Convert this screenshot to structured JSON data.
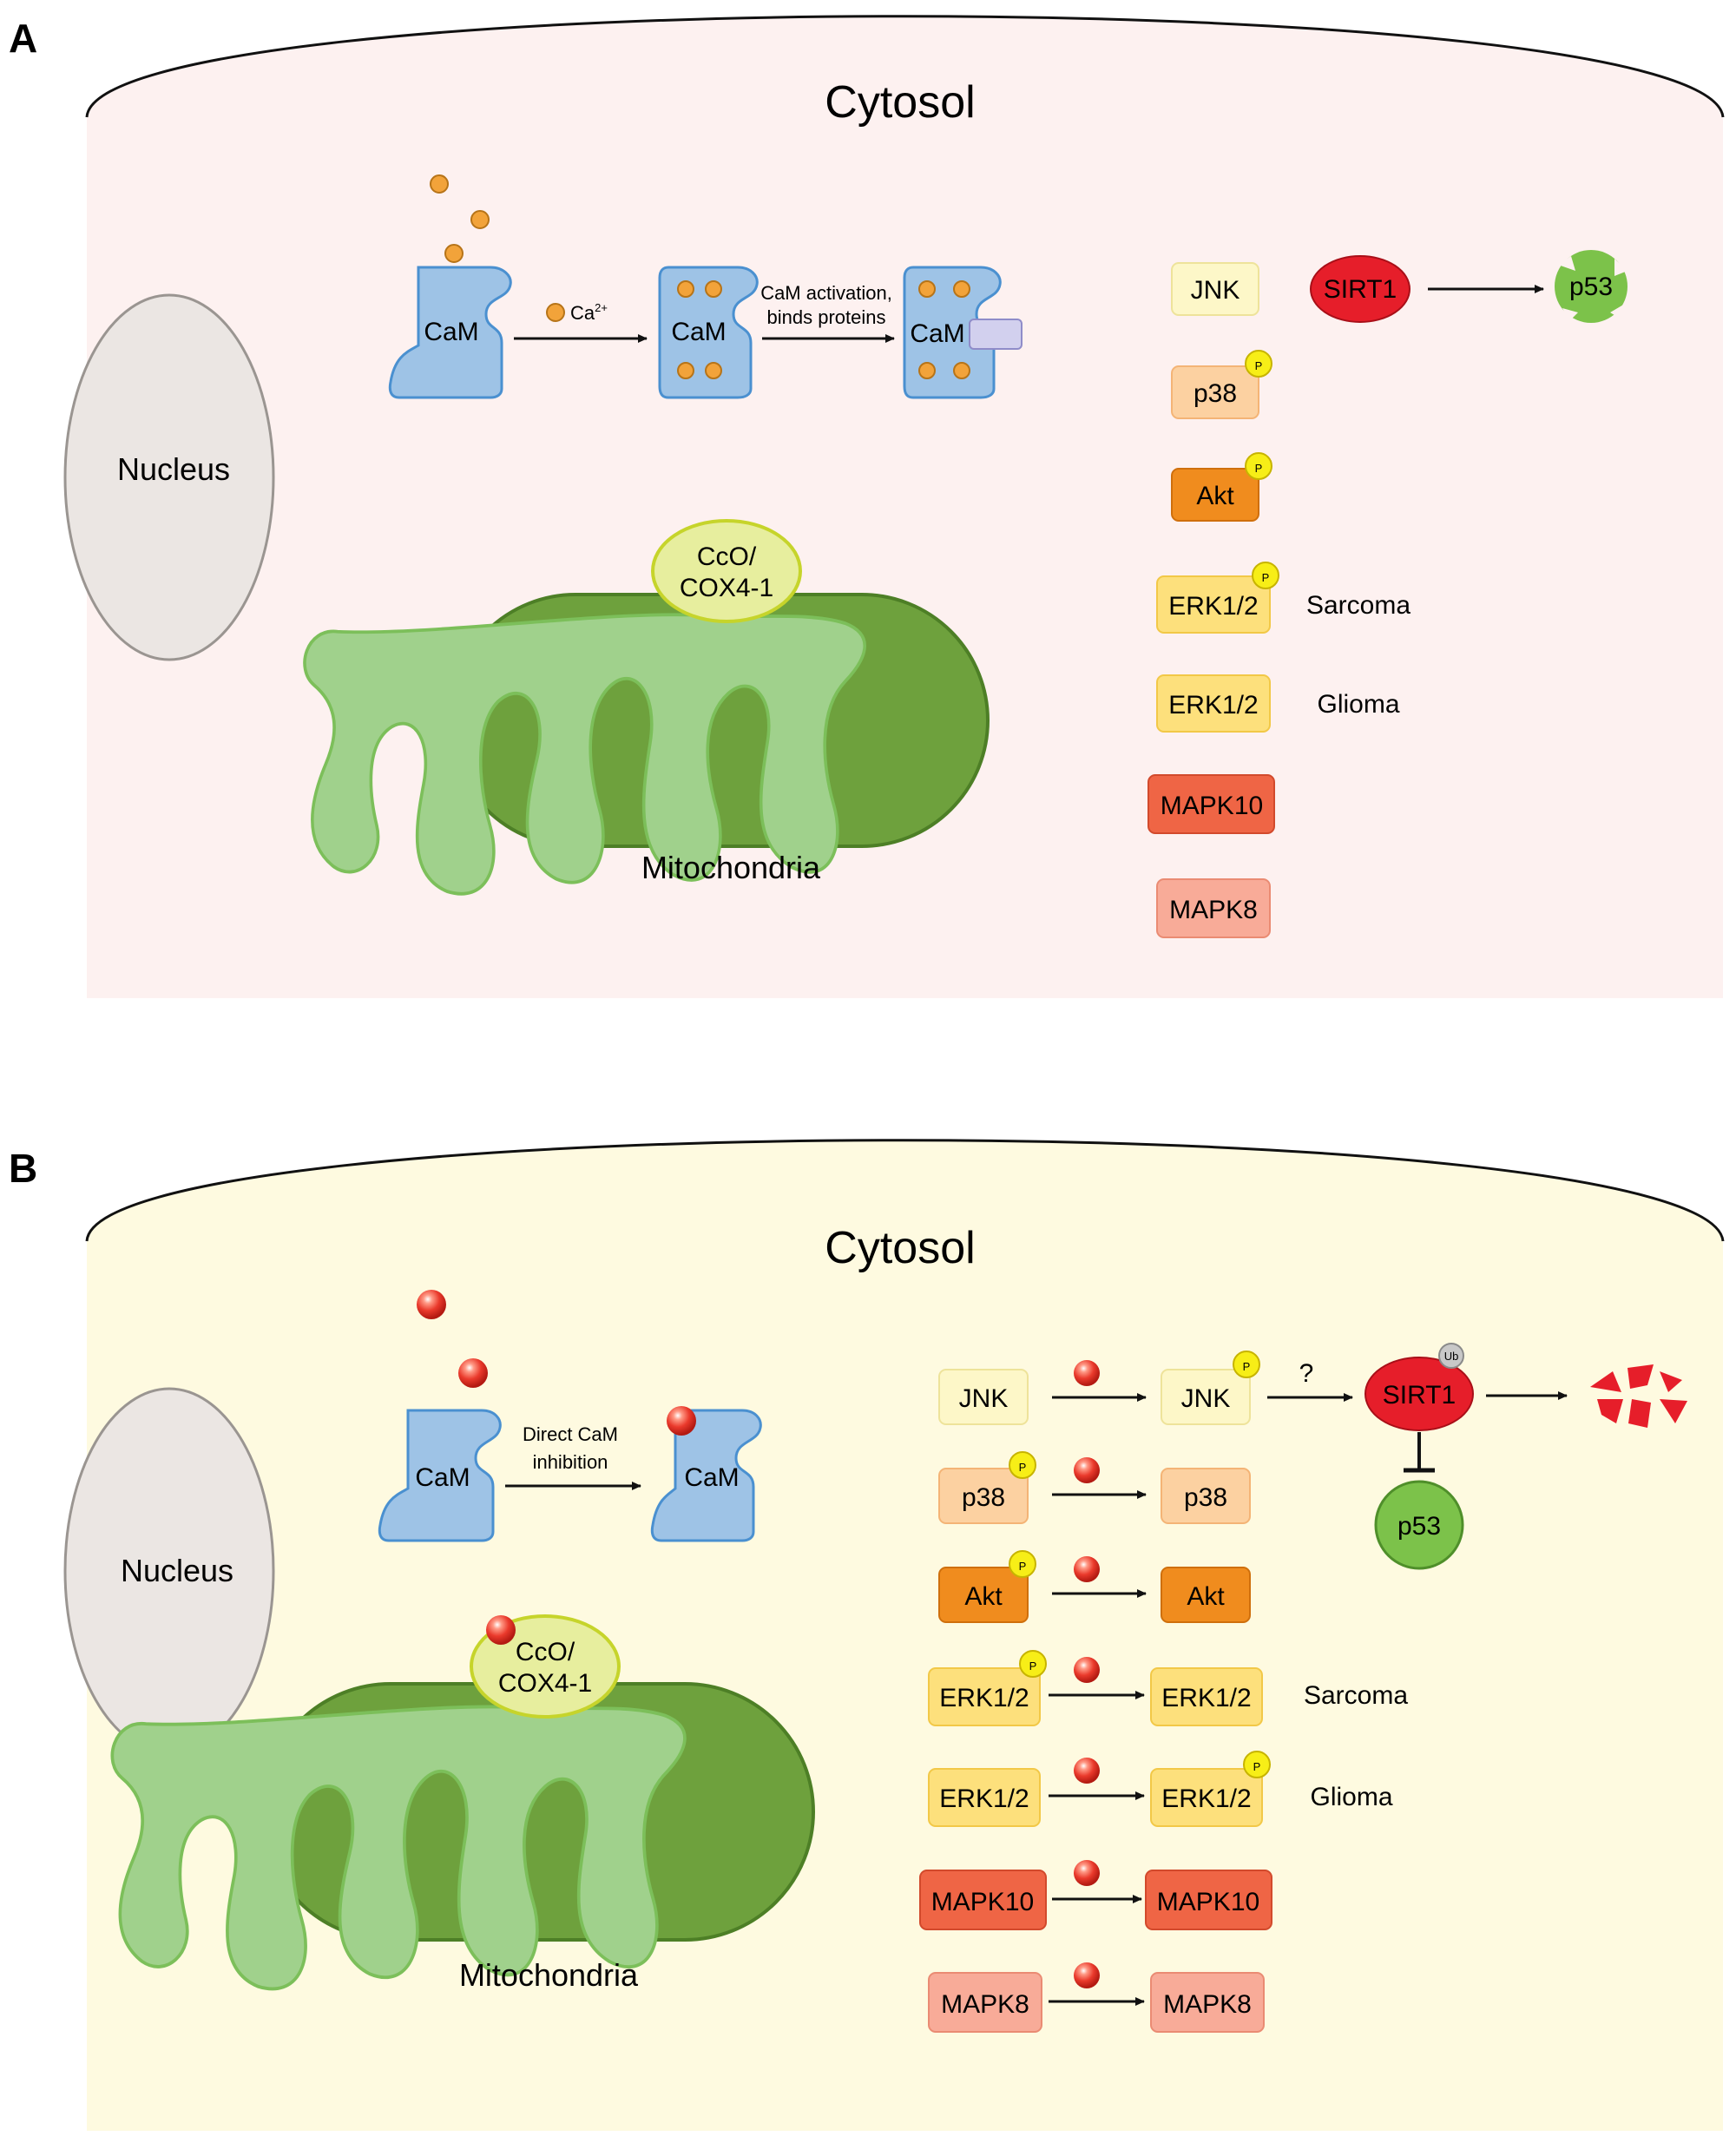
{
  "panel_a": {
    "letter": "A",
    "cytosol": "Cytosol",
    "nucleus": "Nucleus",
    "mitochondria": "Mitochondria",
    "cco": [
      "CcO/",
      "COX4-1"
    ],
    "cam": "CaM",
    "ca_label": "Ca",
    "ca_sup": "2+",
    "cam_activation": [
      "CaM activation,",
      "binds proteins"
    ],
    "sirt1": "SIRT1",
    "p53": "p53",
    "p": "P",
    "kinases": [
      "JNK",
      "p38",
      "Akt",
      "ERK1/2",
      "ERK1/2",
      "MAPK10",
      "MAPK8"
    ],
    "sarcoma": "Sarcoma",
    "glioma": "Glioma",
    "colors": {
      "background": "#fdf1f0",
      "cam": "#9ec3e6",
      "ca": "#f2a33a",
      "mito_outer": "#6ea13d",
      "mito_inner": "#a0d18c",
      "sirt1": "#e61e2a",
      "p53": "#7cc24a",
      "phospho": "#f7ee17"
    }
  },
  "panel_b": {
    "letter": "B",
    "cytosol": "Cytosol",
    "nucleus": "Nucleus",
    "mitochondria": "Mitochondria",
    "cco": [
      "CcO/",
      "COX4-1"
    ],
    "cam": "CaM",
    "direct_inhibition": [
      "Direct CaM",
      "inhibition"
    ],
    "question": "?",
    "sirt1": "SIRT1",
    "ub": "Ub",
    "p53": "p53",
    "p": "P",
    "kinases_left": [
      "JNK",
      "p38",
      "Akt",
      "ERK1/2",
      "ERK1/2",
      "MAPK10",
      "MAPK8"
    ],
    "kinases_right": [
      "JNK",
      "p38",
      "Akt",
      "ERK1/2",
      "ERK1/2",
      "MAPK10",
      "MAPK8"
    ],
    "sarcoma": "Sarcoma",
    "glioma": "Glioma",
    "colors": {
      "background": "#fefae0",
      "inhibitor": "#e8362b",
      "sirt1": "#e61e2a",
      "p53": "#7cc24a"
    }
  }
}
